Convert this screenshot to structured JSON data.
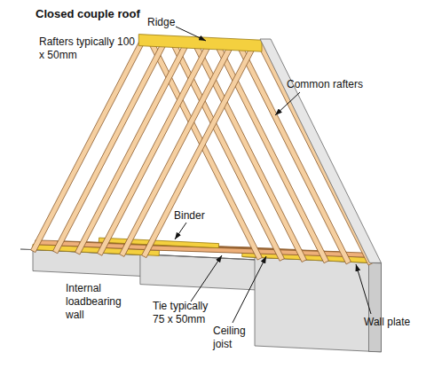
{
  "diagram": {
    "title": "Closed couple roof",
    "labels": [
      "Ridge",
      "Rafters typically 100 x 50mm",
      "Common rafters",
      "Binder",
      "Internal loadbearing wall",
      "Tie typically 75 x 50mm",
      "Ceiling joist",
      "Wall plate"
    ]
  }
}
